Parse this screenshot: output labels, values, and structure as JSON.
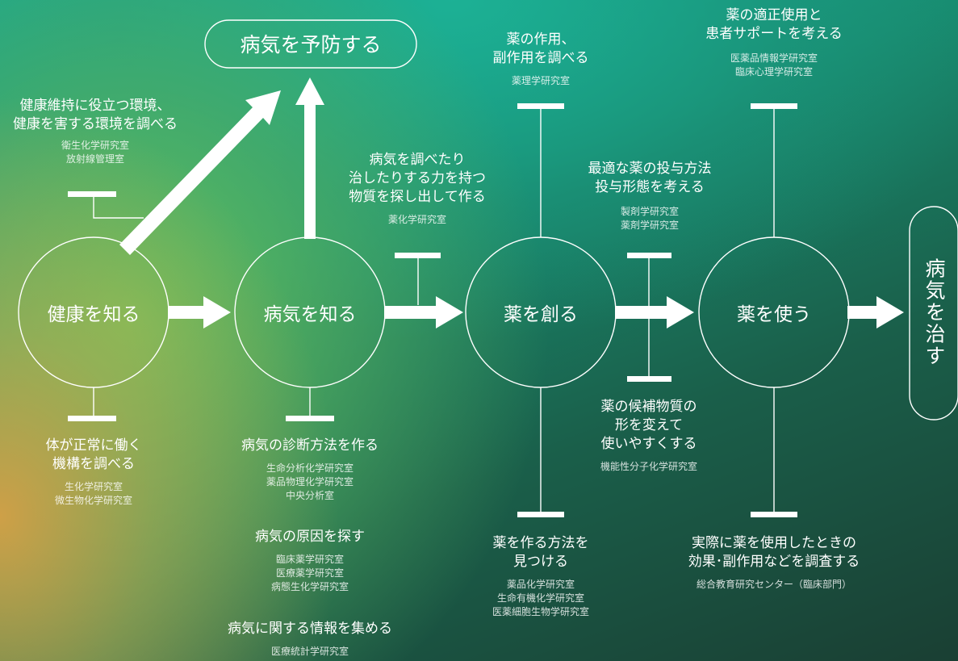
{
  "nodes": {
    "know_health": "健康を知る",
    "know_disease": "病気を知る",
    "create_drug": "薬を創る",
    "use_drug": "薬を使う",
    "prevent": "病気を予防する",
    "cure": "病気を治す"
  },
  "topics": {
    "environment": {
      "heading": [
        "健康維持に役立つ環境、",
        "健康を害する環境を調べる"
      ],
      "labs": [
        "衛生化学研究室",
        "放射線管理室"
      ]
    },
    "body_mechanism": {
      "heading": [
        "体が正常に働く",
        "機構を調べる"
      ],
      "labs": [
        "生化学研究室",
        "微生物化学研究室"
      ]
    },
    "diagnosis": {
      "heading": [
        "病気の診断方法を作る"
      ],
      "labs": [
        "生命分析化学研究室",
        "薬品物理化学研究室",
        "中央分析室"
      ]
    },
    "cause": {
      "heading": [
        "病気の原因を探す"
      ],
      "labs": [
        "臨床薬学研究室",
        "医療薬学研究室",
        "病態生化学研究室"
      ]
    },
    "information": {
      "heading": [
        "病気に関する情報を集める"
      ],
      "labs": [
        "医療統計学研究室"
      ]
    },
    "find_substances": {
      "heading": [
        "病気を調べたり",
        "治したりする力を持つ",
        "物質を探し出して作る"
      ],
      "labs": [
        "薬化学研究室"
      ]
    },
    "drug_action": {
      "heading": [
        "薬の作用、",
        "副作用を調べる"
      ],
      "labs": [
        "薬理学研究室"
      ]
    },
    "manufacture": {
      "heading": [
        "薬を作る方法を",
        "見つける"
      ],
      "labs": [
        "薬品化学研究室",
        "生命有機化学研究室",
        "医薬細胞生物学研究室"
      ]
    },
    "dosage": {
      "heading": [
        "最適な薬の投与方法",
        "投与形態を考える"
      ],
      "labs": [
        "製剤学研究室",
        "薬剤学研究室"
      ]
    },
    "modify": {
      "heading": [
        "薬の候補物質の",
        "形を変えて",
        "使いやすくする"
      ],
      "labs": [
        "機能性分子化学研究室"
      ]
    },
    "proper_use": {
      "heading": [
        "薬の適正使用と",
        "患者サポートを考える"
      ],
      "labs": [
        "医薬品情報学研究室",
        "臨床心理学研究室"
      ]
    },
    "clinical": {
      "heading": [
        "実際に薬を使用したときの",
        "効果･副作用などを調査する"
      ],
      "labs": [
        "総合教育研究センター（臨床部門）"
      ]
    }
  }
}
